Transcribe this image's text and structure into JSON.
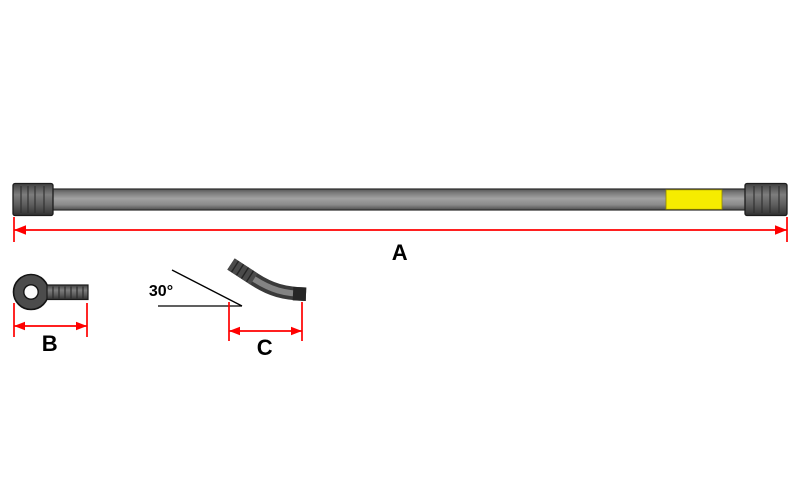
{
  "diagram": {
    "labels": {
      "overall_length": "A",
      "banjo_width": "B",
      "elbow_length": "C",
      "bend_angle": "30°"
    },
    "colors": {
      "dimension": "#ff0000",
      "hose": "#8c8c8c",
      "fitting": "#5c5c5c",
      "band": "#f6ec00",
      "text": "#000000",
      "background": "#ffffff"
    }
  }
}
